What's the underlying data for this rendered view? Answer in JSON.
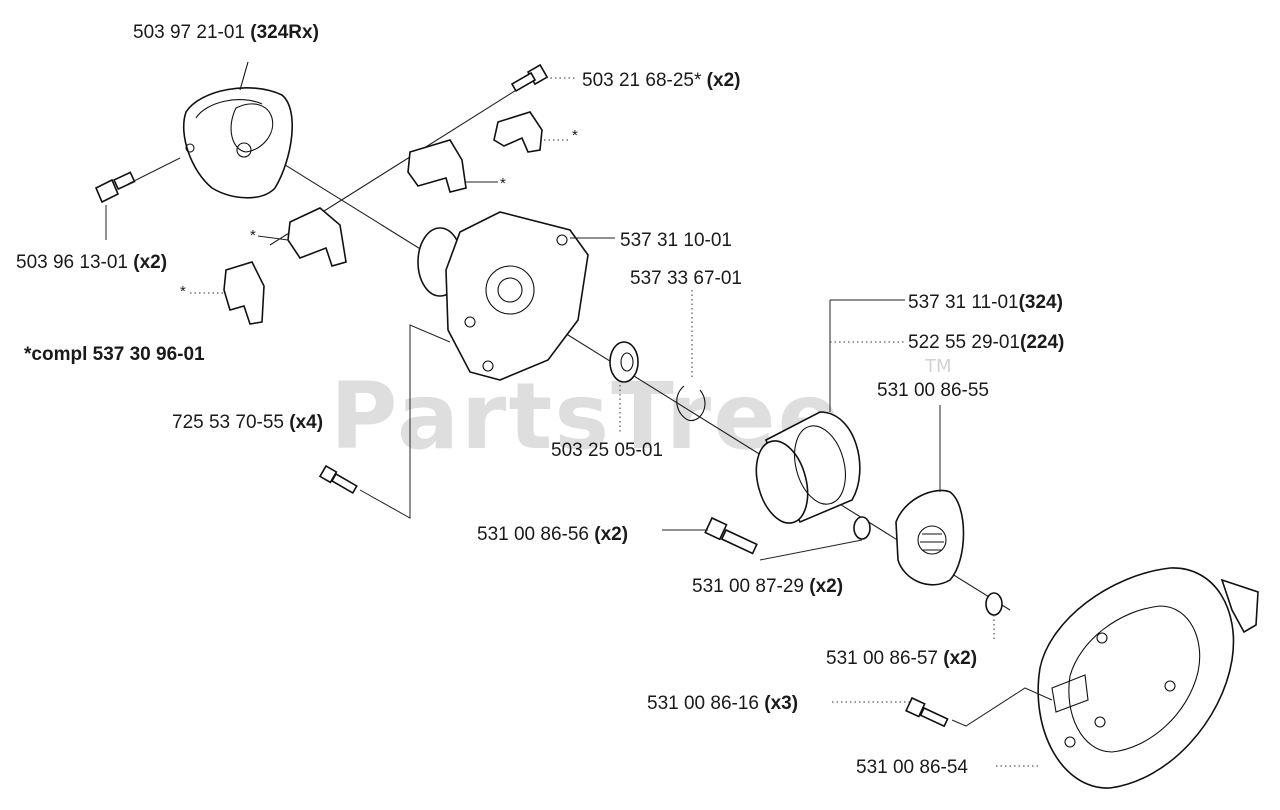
{
  "watermark": {
    "text": "PartsTree",
    "tm": "TM"
  },
  "labels": [
    {
      "num": "503 97 21-01",
      "suffix": "(324Rx)"
    },
    {
      "num": "503 21 68-25*",
      "suffix": "(x2)"
    },
    {
      "num": "503 96 13-01",
      "suffix": "(x2)"
    },
    {
      "num": "537 31 10-01",
      "suffix": ""
    },
    {
      "num": "537 33 67-01",
      "suffix": ""
    },
    {
      "num": "537 31 11-01",
      "suffix": "(324)"
    },
    {
      "num": "522 55 29-01",
      "suffix": "(224)"
    },
    {
      "num": "531 00 86-55",
      "suffix": ""
    },
    {
      "num": "*compl 537 30 96-01",
      "suffix": ""
    },
    {
      "num": "725 53 70-55",
      "suffix": "(x4)"
    },
    {
      "num": "503 25 05-01",
      "suffix": ""
    },
    {
      "num": "531 00 86-56",
      "suffix": "(x2)"
    },
    {
      "num": "531 00 87-29",
      "suffix": "(x2)"
    },
    {
      "num": "531 00 86-57",
      "suffix": "(x2)"
    },
    {
      "num": "531 00 86-16",
      "suffix": "(x3)"
    },
    {
      "num": "531 00 86-54",
      "suffix": ""
    }
  ],
  "stars": [
    "*",
    "*",
    "*",
    "*"
  ],
  "icons": [
    "cover-housing-icon",
    "screw-icon",
    "clamp-icon",
    "bearing-icon",
    "circlip-icon",
    "clutch-drum-icon",
    "washer-icon",
    "clutch-icon",
    "fan-housing-icon"
  ]
}
